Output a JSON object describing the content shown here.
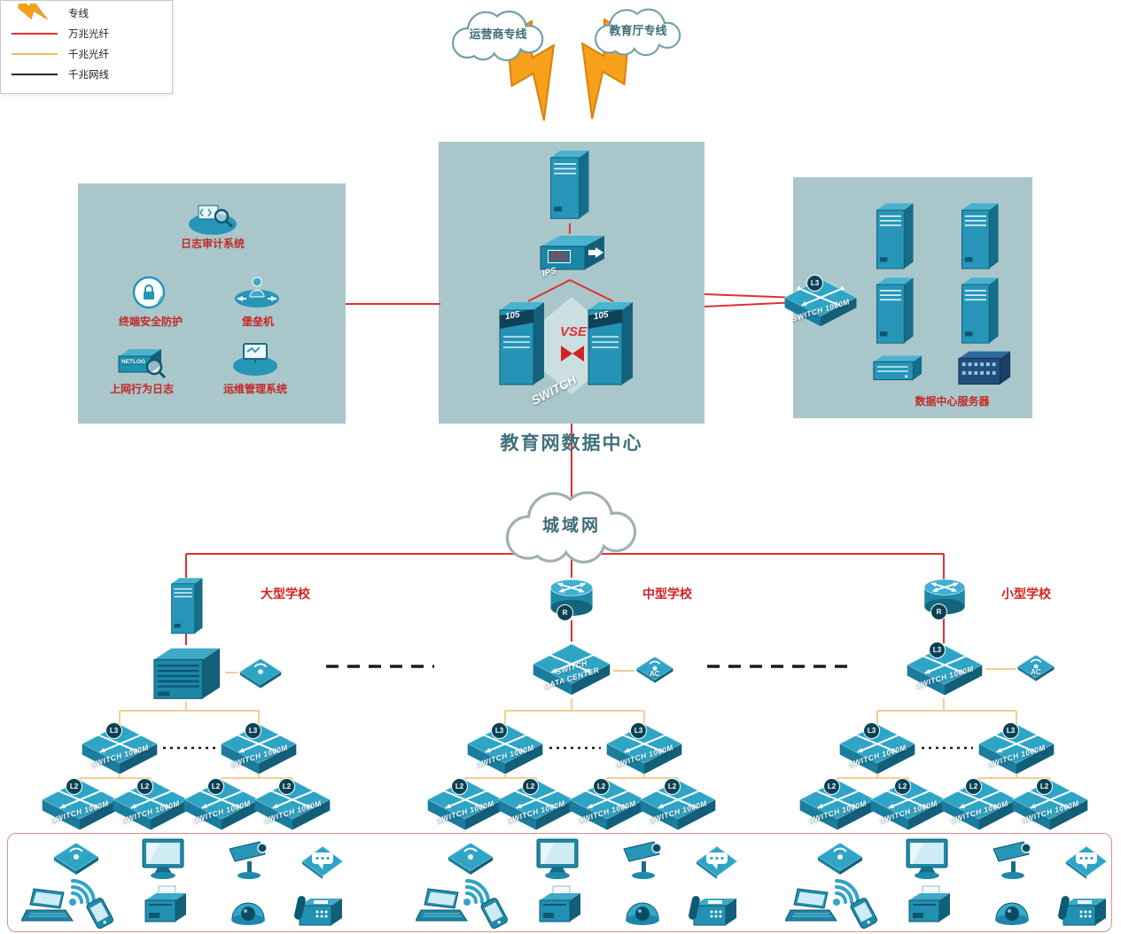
{
  "legend": {
    "items": [
      {
        "id": "dedicated-line",
        "label": "专线"
      },
      {
        "id": "fiber-10g",
        "label": "万兆光纤",
        "color": "#e03030"
      },
      {
        "id": "fiber-1g",
        "label": "千兆光纤",
        "color": "#f0b860"
      },
      {
        "id": "cable-1g",
        "label": "千兆网线",
        "color": "#2a2a2a"
      }
    ]
  },
  "clouds": {
    "operator": "运营商专线",
    "education": "教育厅专线",
    "man": "城域网"
  },
  "datacenter": {
    "title": "教育网数据中心",
    "ips_label": "IPS",
    "ips_display": "151",
    "vse_label": "VSE",
    "switch_label": "SWITCH",
    "server_badge": "105"
  },
  "security_zone": {
    "log_audit": "日志审计系统",
    "terminal_security": "终端安全防护",
    "bastion": "堡垒机",
    "netlog_label": "NETLOG",
    "net_behavior": "上网行为日志",
    "ops_mgmt": "运维管理系统"
  },
  "server_zone": {
    "switch_badge": "L3",
    "switch_label": "SWITCH 1000M",
    "caption": "数据中心服务器"
  },
  "schools": [
    {
      "name": "大型学校"
    },
    {
      "name": "中型学校",
      "router_badge": "R",
      "core_switch_line1": "SWITCH",
      "core_switch_line2": "DATA CENTER",
      "ac_label": "AC"
    },
    {
      "name": "小型学校",
      "router_badge": "R",
      "core_badge": "L3",
      "core_label": "SWITCH 1000M",
      "ac_label": "AC"
    }
  ],
  "switches": {
    "l3_badge": "L3",
    "l2_badge": "L2",
    "label": "SWITCH 1000M"
  },
  "endpoints": {
    "types": [
      "wireless-ap",
      "monitor",
      "ptz-camera",
      "chat",
      "signal",
      "laptop",
      "smartphone",
      "printer",
      "dome-camera",
      "fax-phone"
    ]
  }
}
